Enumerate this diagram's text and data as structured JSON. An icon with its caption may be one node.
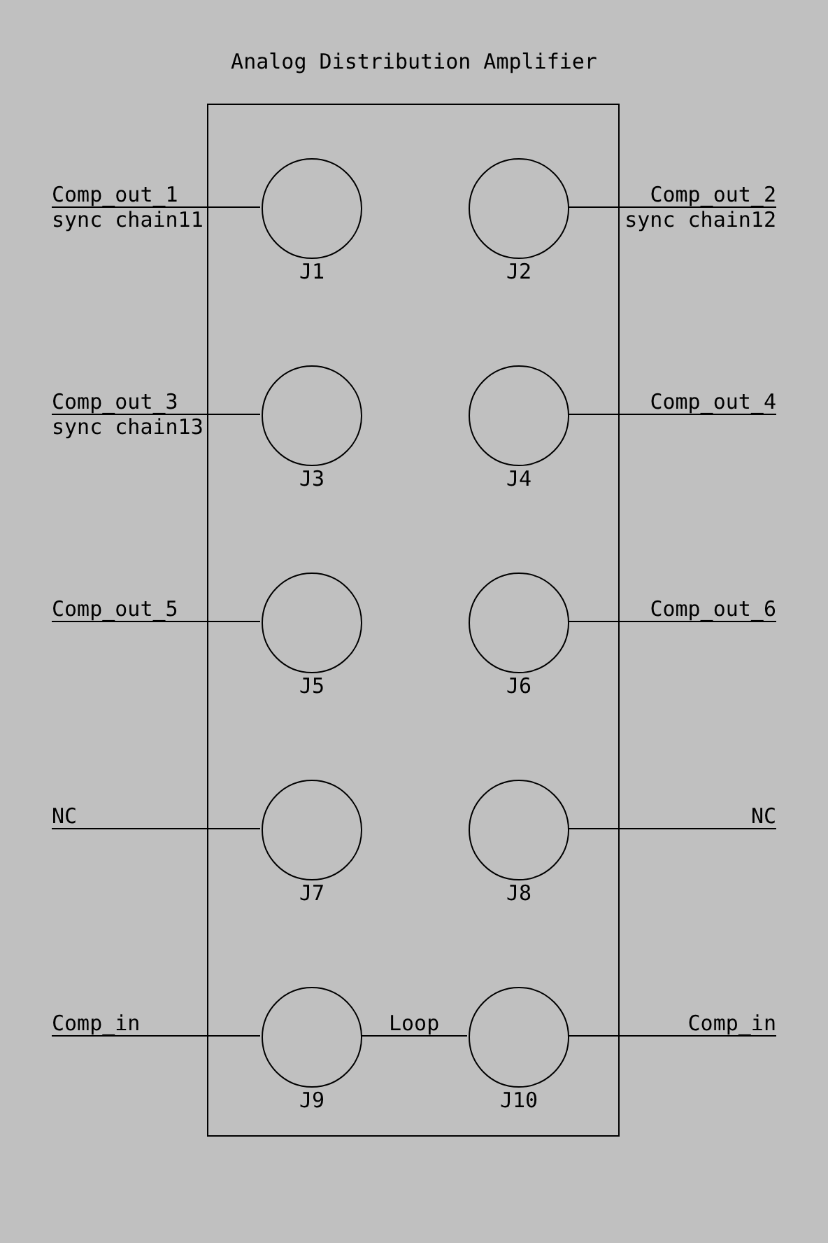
{
  "diagram": {
    "title": "Analog Distribution Amplifier",
    "nodes": [
      {
        "text": [],
        "shape": "box"
      },
      {
        "text": [
          "Comp_out_1",
          "sync chain11"
        ]
      },
      {
        "text": [
          "J1"
        ],
        "in": 0
      },
      {
        "text": [
          "J2"
        ],
        "in": 0
      },
      {
        "text": [
          "Comp_out_2",
          "sync chain12"
        ]
      },
      {
        "text": [
          "Comp_out_3",
          "sync chain13"
        ]
      },
      {
        "text": [
          "J3"
        ],
        "in": 0
      },
      {
        "text": [
          "J4"
        ],
        "in": 0
      },
      {
        "text": [
          "Comp_out_4"
        ]
      },
      {
        "text": [
          "Comp_out_5"
        ]
      },
      {
        "text": [
          "J5"
        ],
        "in": 0
      },
      {
        "text": [
          "J6"
        ],
        "in": 0
      },
      {
        "text": [
          "Comp_out_6"
        ]
      },
      {
        "text": [
          "NC"
        ]
      },
      {
        "text": [
          "J7"
        ],
        "in": 0
      },
      {
        "text": [
          "J8"
        ],
        "in": 0
      },
      {
        "text": [
          "NC"
        ]
      },
      {
        "text": [
          "Comp_in"
        ]
      },
      {
        "text": [
          "J9"
        ],
        "in": 0
      },
      {
        "text": [
          "J10"
        ],
        "in": 0
      },
      {
        "text": [
          "Comp_in"
        ]
      }
    ],
    "edges": [
      {
        "from": 1,
        "to": 2,
        "arrow": "none"
      },
      {
        "from": 4,
        "to": 3,
        "arrow": "none"
      },
      {
        "from": 5,
        "to": 6,
        "arrow": "none"
      },
      {
        "from": 8,
        "to": 7,
        "arrow": "none"
      },
      {
        "from": 9,
        "to": 10,
        "arrow": "none"
      },
      {
        "from": 12,
        "to": 11,
        "arrow": "none"
      },
      {
        "from": 13,
        "to": 14,
        "arrow": "none"
      },
      {
        "from": 16,
        "to": 15,
        "arrow": "none"
      },
      {
        "from": 17,
        "to": 18,
        "arrow": "none"
      },
      {
        "from": 20,
        "to": 19,
        "arrow": "none"
      },
      {
        "from": 18,
        "to": 19,
        "label": "Loop",
        "arrow": "none"
      }
    ]
  }
}
